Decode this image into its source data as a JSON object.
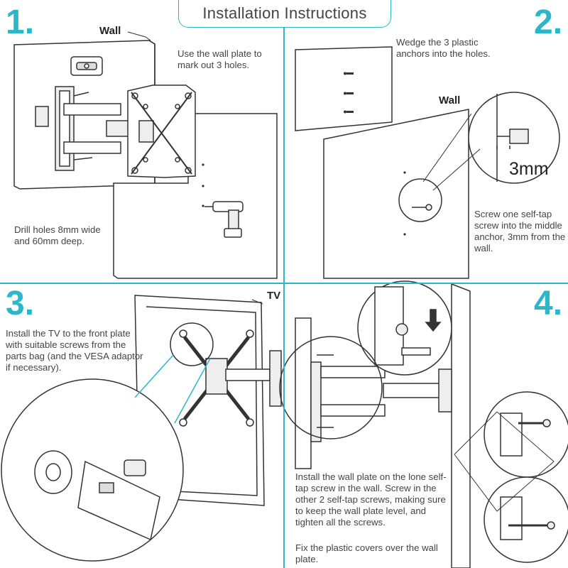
{
  "title": "Installation Instructions",
  "accent_color": "#2cb6c9",
  "steps": [
    {
      "number": "1.",
      "label_wall": "Wall",
      "text_a": "Use the wall plate to mark out 3 holes.",
      "text_b": "Drill holes 8mm wide and 60mm deep."
    },
    {
      "number": "2.",
      "label_wall": "Wall",
      "text_a": "Wedge the 3 plastic anchors into the holes.",
      "measure": "3mm",
      "text_b": "Screw one self-tap screw into the middle anchor, 3mm from the wall."
    },
    {
      "number": "3.",
      "label_tv": "TV",
      "text_a": "Install the TV to the front plate with suitable screws from the parts bag (and the VESA adaptor if necessary)."
    },
    {
      "number": "4.",
      "text_a": "Install the wall plate on the lone self-tap screw in the wall.  Screw in the other 2 self-tap screws, making sure to keep the wall plate level, and tighten all the screws.",
      "text_b": "Fix the plastic covers over the wall plate."
    }
  ]
}
